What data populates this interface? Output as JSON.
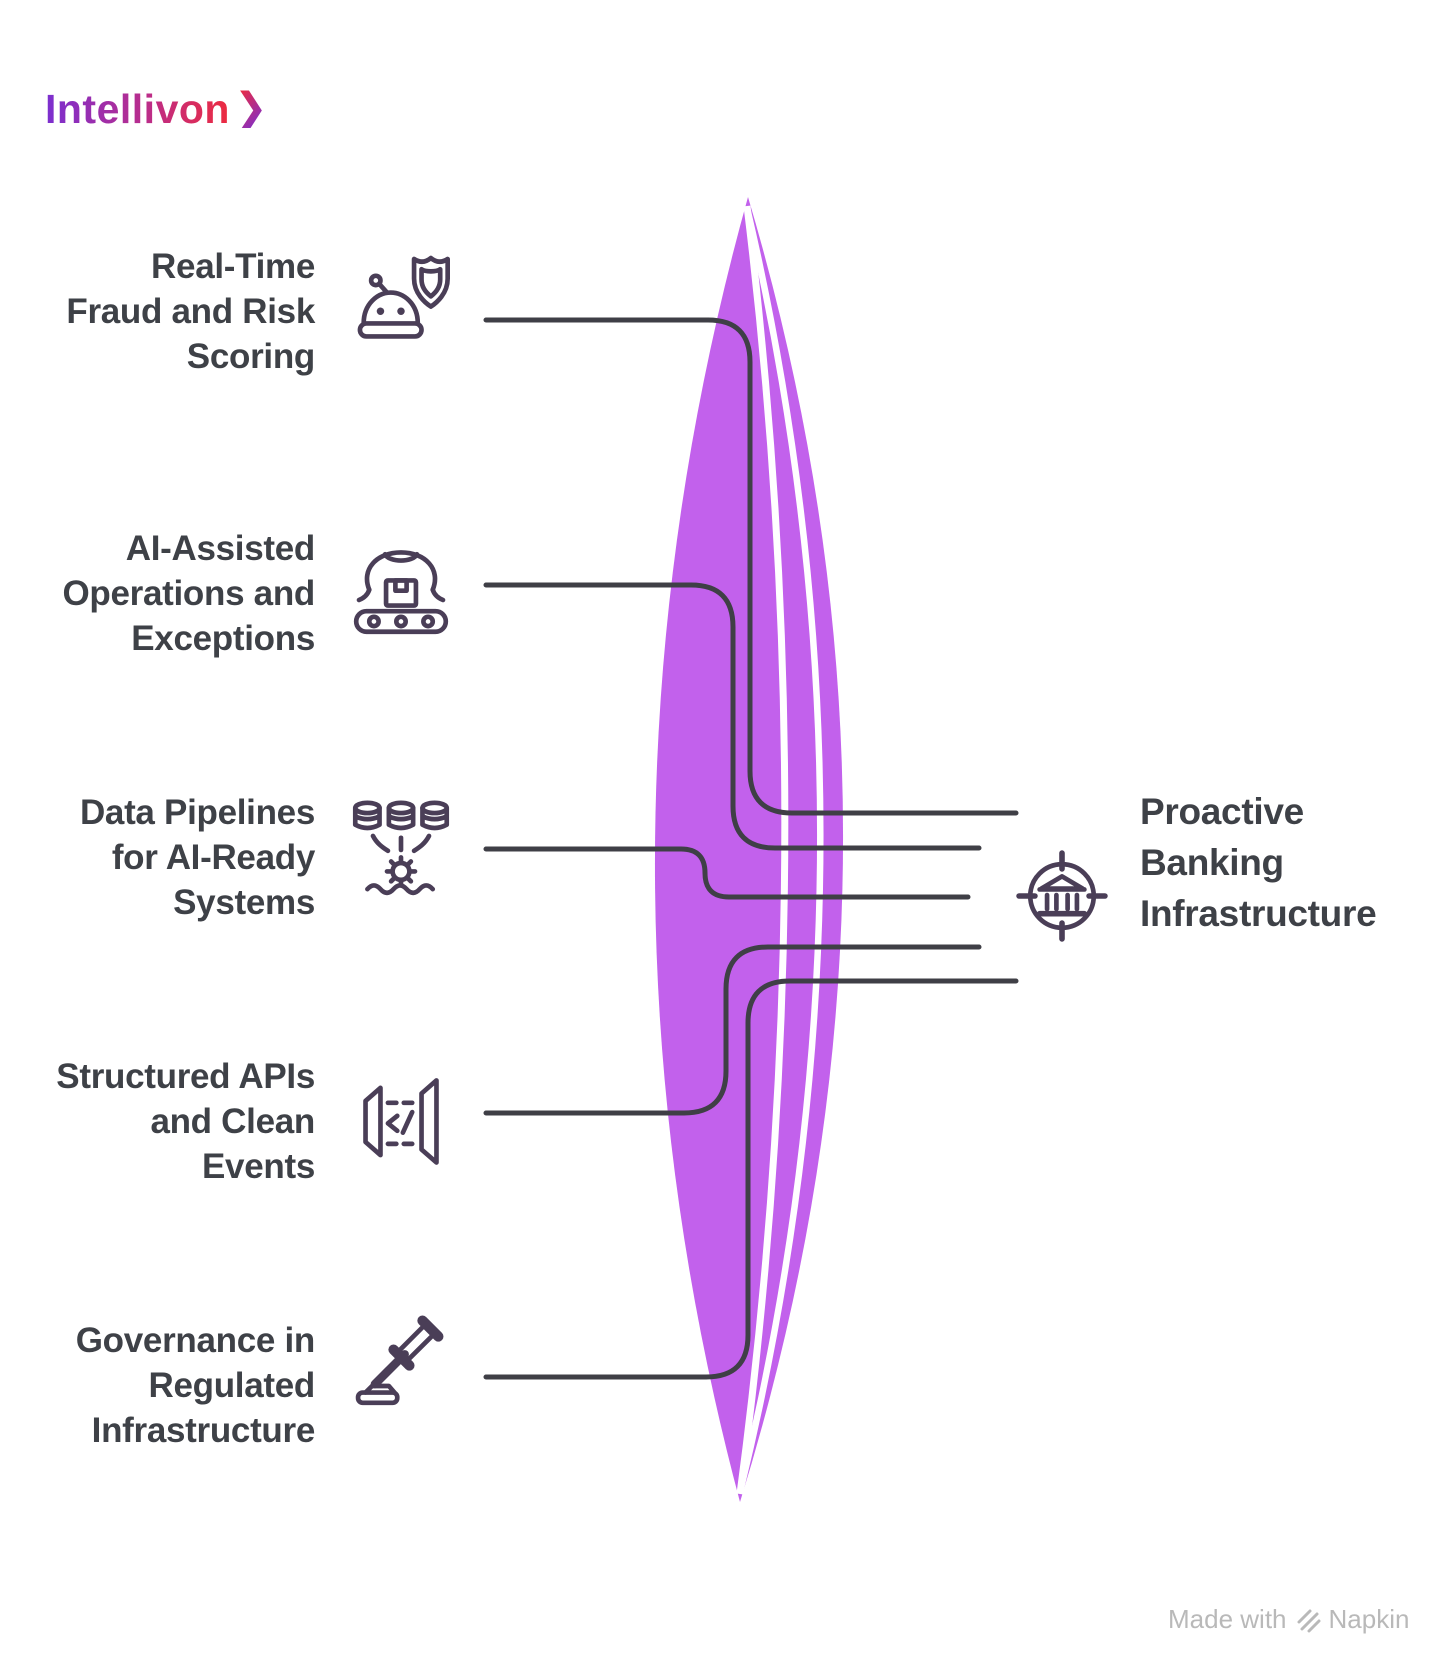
{
  "logo": {
    "text": "Intellivon",
    "chevron": "❯"
  },
  "items": [
    {
      "id": "fraud-risk",
      "label": "Real-Time\nFraud and Risk\nScoring",
      "icon": "robot-shield-icon"
    },
    {
      "id": "operations",
      "label": "AI-Assisted\nOperations and\nExceptions",
      "icon": "robotic-arm-conveyor-icon"
    },
    {
      "id": "pipelines",
      "label": "Data Pipelines\nfor AI-Ready\nSystems",
      "icon": "databases-gear-icon"
    },
    {
      "id": "apis",
      "label": "Structured APIs\nand Clean\nEvents",
      "icon": "code-brackets-icon"
    },
    {
      "id": "governance",
      "label": "Governance in\nRegulated\nInfrastructure",
      "icon": "gavel-icon"
    }
  ],
  "center": {
    "label": "Proactive\nBanking\nInfrastructure",
    "icon": "bank-target-icon"
  },
  "footer": {
    "made_with": "Made with",
    "brand": "Napkin",
    "icon": "napkin-logo-icon"
  },
  "colors": {
    "accent_purple": "#c261ec",
    "connector_line": "#3f3f46",
    "icon_stroke": "#4a3e57",
    "heading_text": "#3e4147",
    "footer_text": "#b9b9b9",
    "logo_gradient_start": "#7b2fd0",
    "logo_gradient_end": "#ed2b3f"
  }
}
